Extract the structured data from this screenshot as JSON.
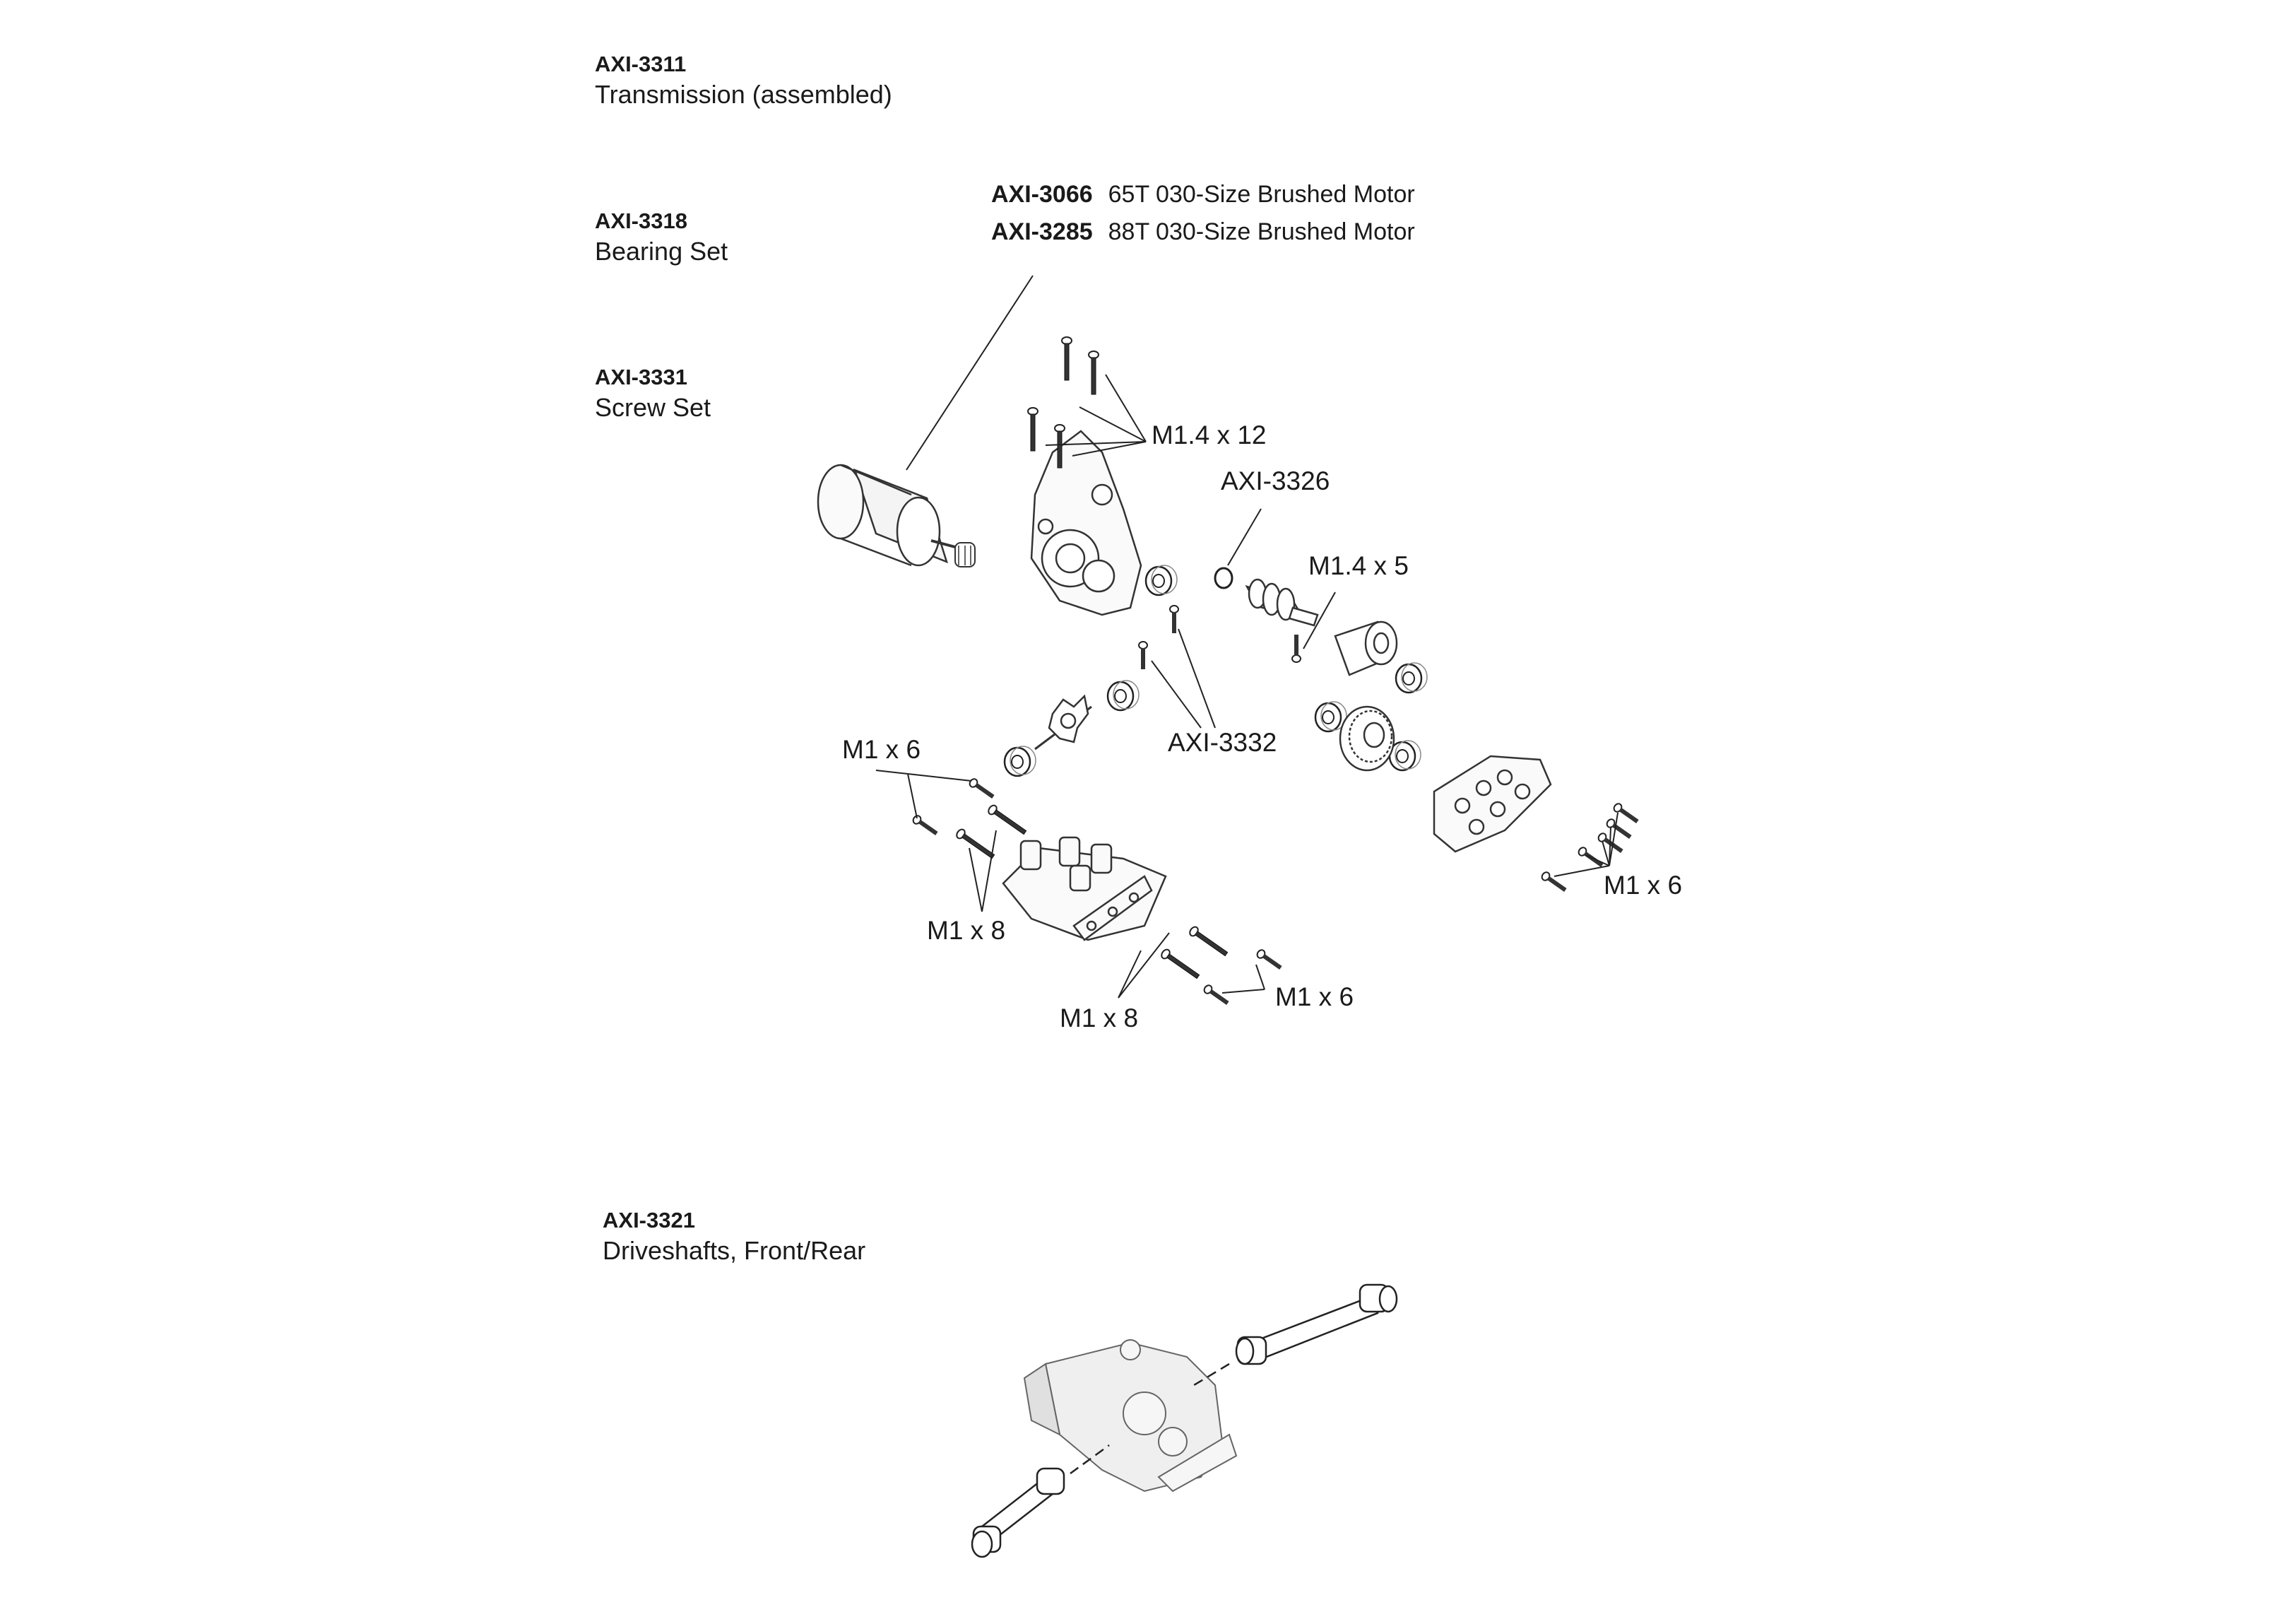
{
  "groups": {
    "transmission": {
      "code": "AXI-3311",
      "label": "Transmission (assembled)"
    },
    "bearing": {
      "code": "AXI-3318",
      "label": "Bearing Set"
    },
    "screw": {
      "code": "AXI-3331",
      "label": "Screw Set"
    },
    "driveshafts": {
      "code": "AXI-3321",
      "label": "Driveshafts, Front/Rear"
    }
  },
  "motors": [
    {
      "code": "AXI-3066",
      "label": "65T 030-Size Brushed Motor"
    },
    {
      "code": "AXI-3285",
      "label": "88T 030-Size Brushed Motor"
    }
  ],
  "callouts": {
    "m14x12": "M1.4 x 12",
    "axi3326": "AXI-3326",
    "m14x5": "M1.4 x 5",
    "axi3332": "AXI-3332",
    "m1x6_left": "M1 x 6",
    "m1x8_left": "M1 x 8",
    "m1x8_bottom": "M1 x 8",
    "m1x6_bottom": "M1 x 6",
    "m1x6_right": "M1 x 6"
  }
}
